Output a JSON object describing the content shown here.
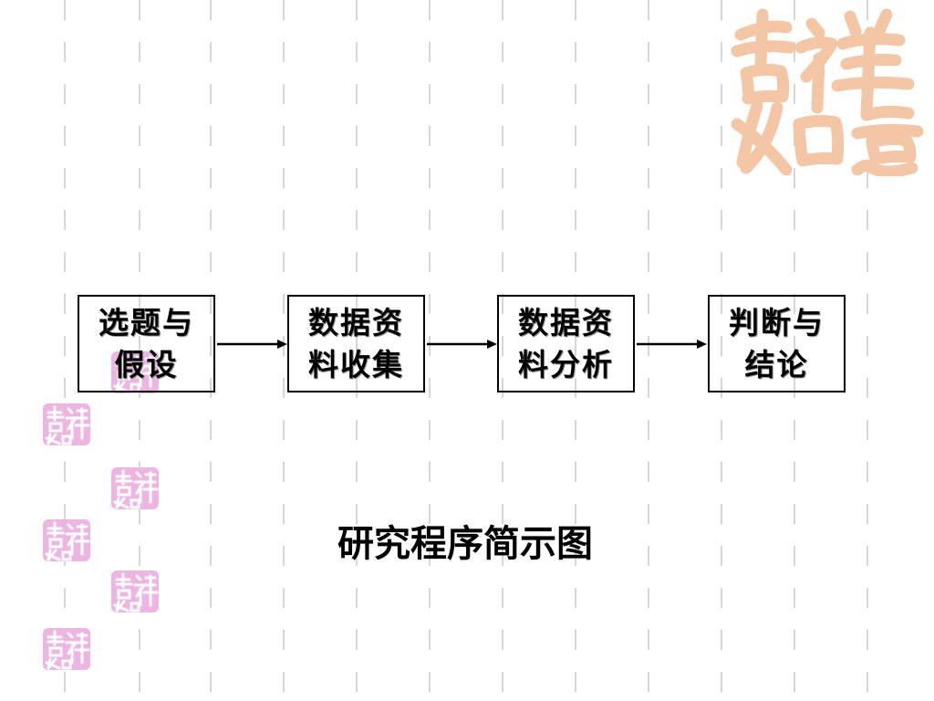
{
  "flowchart": {
    "boxes": [
      {
        "line1": "选题与",
        "line2": "假设"
      },
      {
        "line1": "数据资",
        "line2": "料收集"
      },
      {
        "line1": "数据资",
        "line2": "料分析"
      },
      {
        "line1": "判断与",
        "line2": "结论"
      }
    ]
  },
  "caption": "研究程序简示图",
  "decor": {
    "logo_text": "吉祥如意",
    "logo_color": "#f3c7a6",
    "seal_color": "#eeb5e3",
    "stripe_color": "#d6d6d6"
  }
}
